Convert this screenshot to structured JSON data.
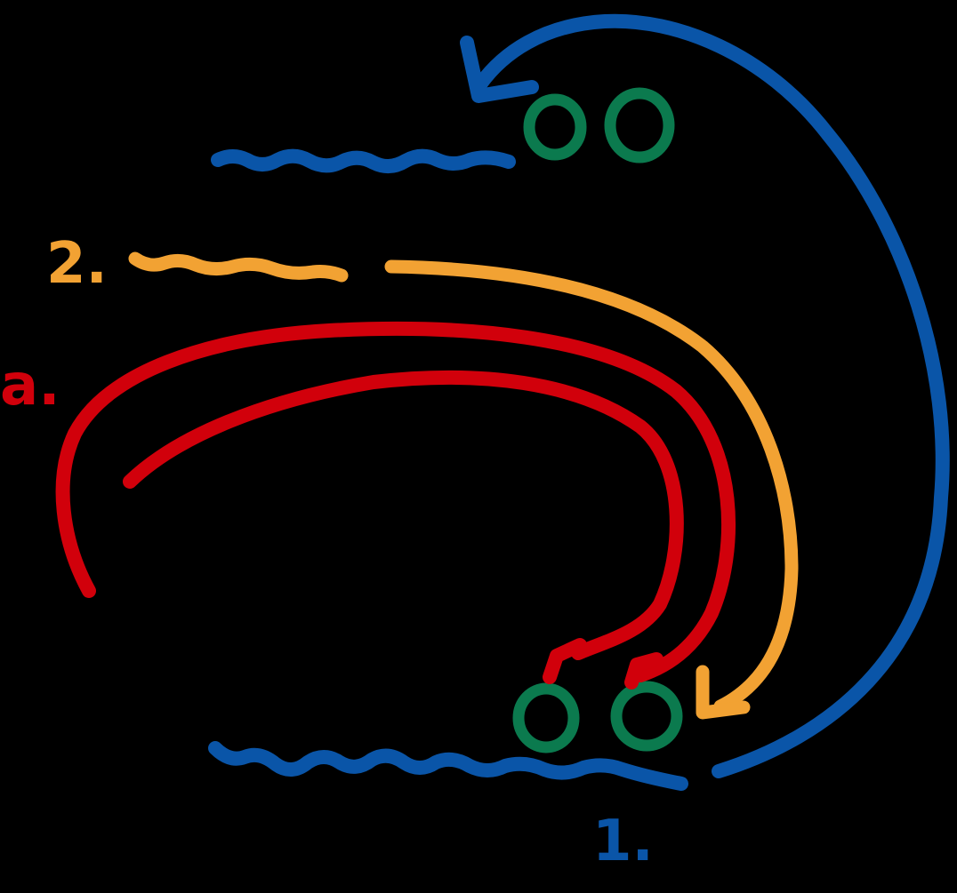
{
  "labels": {
    "one": "1.",
    "two": "2.",
    "a": "a."
  },
  "colors": {
    "background": "#000000",
    "blue": "#0a55a8",
    "orange": "#f2a233",
    "red": "#d1000b",
    "green": "#0b7a4e"
  }
}
